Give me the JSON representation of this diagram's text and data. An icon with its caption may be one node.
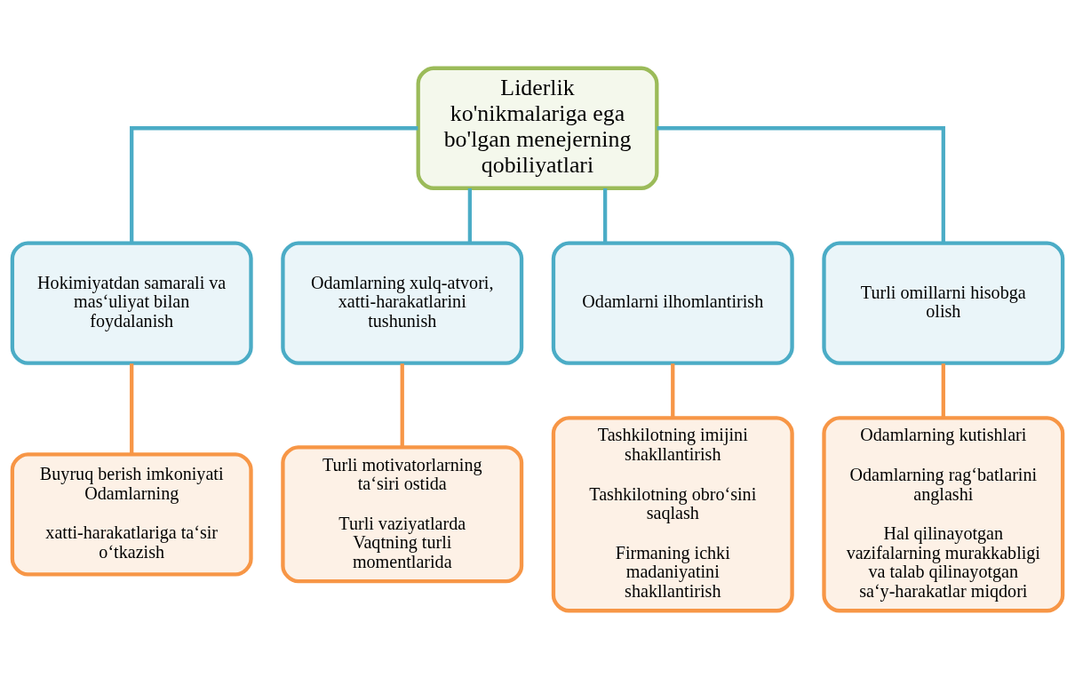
{
  "diagram": {
    "nodes": [
      {
        "text": [
          "Liderlik ko'nikmalariga ega bo'lgan menejerning qobiliyatlari"
        ]
      },
      {
        "text": [
          "Hokimiyatdan samarali va mas‘uliyat bilan foydalanish"
        ]
      },
      {
        "text": [
          "Odamlarning xulq-atvori, xatti-harakatlarini tushunish"
        ]
      },
      {
        "text": [
          "Odamlarni ilhomlantirish"
        ]
      },
      {
        "text": [
          "Turli omillarni hisobga olish"
        ]
      },
      {
        "text": [
          "Buyruq berish imkoniyati Odamlarning",
          "xatti-harakatlariga ta‘sir o‘tkazish"
        ]
      },
      {
        "text": [
          "Turli motivatorlarning ta‘siri ostida",
          "Turli vaziyatlarda Vaqtning turli momentlarida"
        ]
      },
      {
        "text": [
          "Tashkilotning imijini shakllantirish",
          "Tashkilotning obro‘sini saqlash",
          "Firmaning ichki madaniyatini shakllantirish"
        ]
      },
      {
        "text": [
          "Odamlarning kutishlari",
          "Odamlarning rag‘batlarini anglashi",
          "Hal qilinayotgan vazifalarning murakkabligi va talab qilinayotgan sa‘y-harakatlar miqdori"
        ]
      }
    ],
    "edges": [
      {
        "from": 0,
        "to": 1,
        "arrow": "none",
        "color": "#4bacc6"
      },
      {
        "from": 0,
        "to": 2,
        "arrow": "none",
        "color": "#4bacc6"
      },
      {
        "from": 0,
        "to": 3,
        "arrow": "none",
        "color": "#4bacc6"
      },
      {
        "from": 0,
        "to": 4,
        "arrow": "none",
        "color": "#4bacc6"
      },
      {
        "from": 1,
        "to": 5,
        "arrow": "none",
        "color": "#f79646"
      },
      {
        "from": 2,
        "to": 6,
        "arrow": "none",
        "color": "#f79646"
      },
      {
        "from": 3,
        "to": 7,
        "arrow": "none",
        "color": "#f79646"
      },
      {
        "from": 4,
        "to": 8,
        "arrow": "none",
        "color": "#f79646"
      }
    ]
  }
}
